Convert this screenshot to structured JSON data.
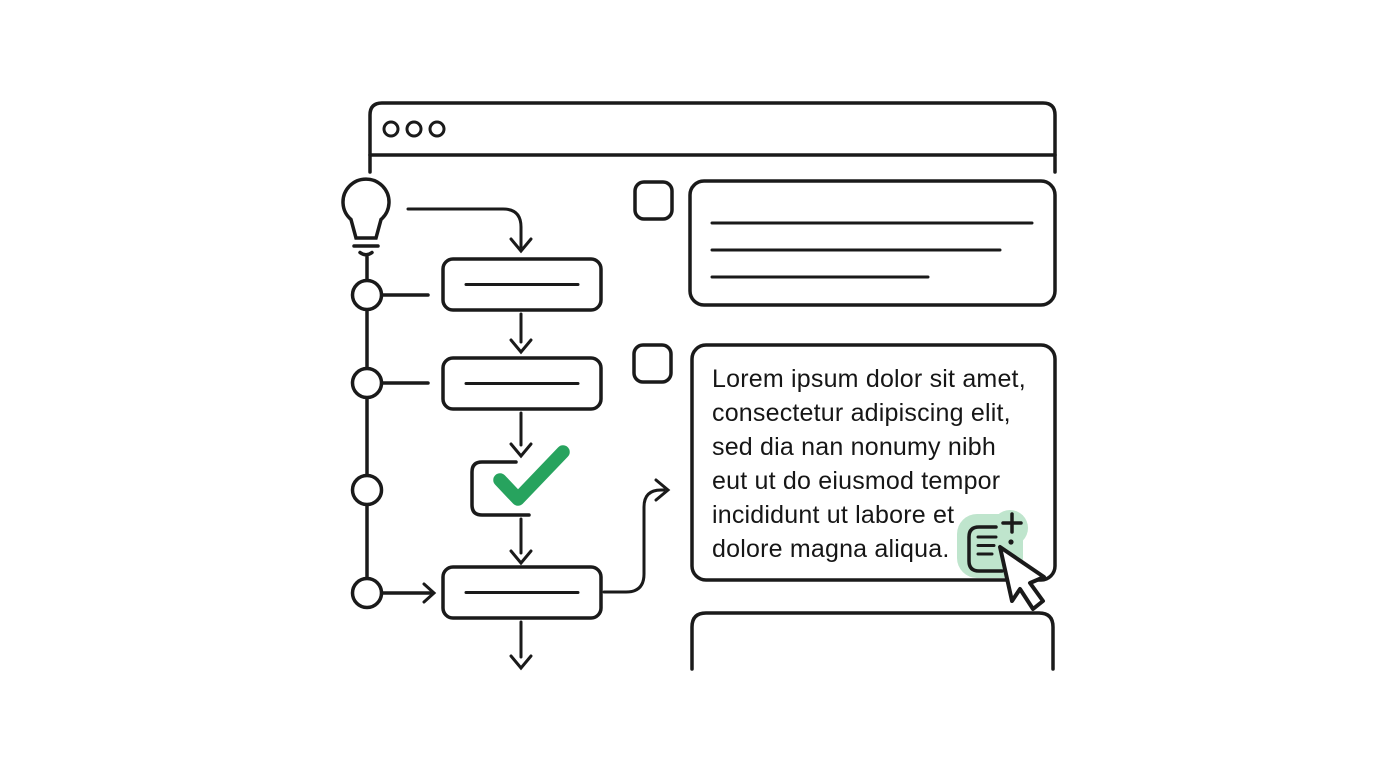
{
  "colors": {
    "ink": "#1a1a1a",
    "bg": "#ffffff",
    "green": "#27a35e",
    "green_light": "#bfe5cd"
  },
  "browser_window": {
    "dots_count": 3
  },
  "note_panel": {
    "lines": [
      "Lorem ipsum dolor sit amet,",
      "consectetur adipiscing elit,",
      "sed dia nan nonumy nibh",
      "eut ut do eiusmod tempor",
      "incididunt ut labore et",
      "dolore magna aliqua."
    ]
  },
  "icons": [
    "window-dots",
    "lightbulb-icon",
    "check-icon",
    "checkbox-icon",
    "add-note-icon",
    "cursor-icon"
  ]
}
